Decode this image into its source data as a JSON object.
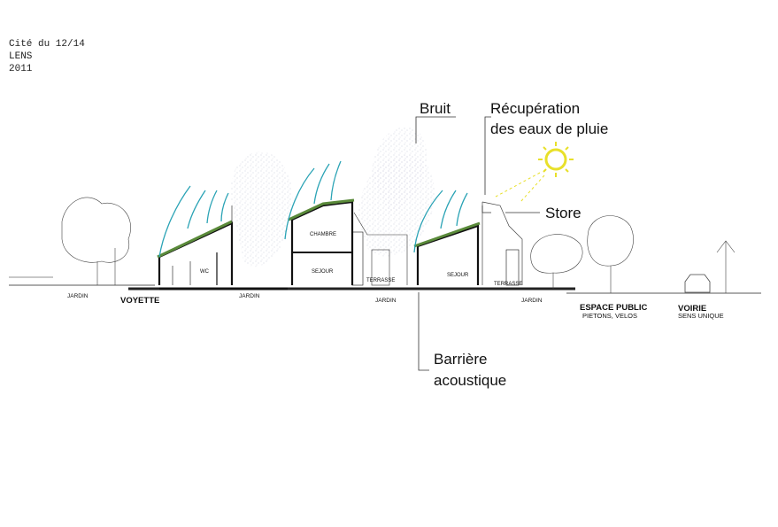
{
  "caption": {
    "line1": "Cité du 12/14",
    "line2": "LENS",
    "line3": "2011"
  },
  "annotations": {
    "bruit": "Bruit",
    "recuperation_line1": "Récupération",
    "recuperation_line2": "des eaux de pluie",
    "store": "Store",
    "barriere_line1": "Barrière",
    "barriere_line2": "acoustique"
  },
  "ground": {
    "jardin": "JARDIN",
    "voyette": "VOYETTE",
    "espace_public": "ESPACE PUBLIC",
    "espace_public_sub": "PIETONS, VELOS",
    "voirie": "VOIRIE",
    "voirie_sub": "SENS UNIQUE"
  },
  "rooms": {
    "wc": "WC",
    "chambre": "CHAMBRE",
    "sejour": "SEJOUR",
    "terrasse": "TERRASSE"
  },
  "colors": {
    "rain": "#2aa3b5",
    "sun": "#e8e02a",
    "green_roof": "#5a8a3a",
    "structure": "#111111"
  }
}
